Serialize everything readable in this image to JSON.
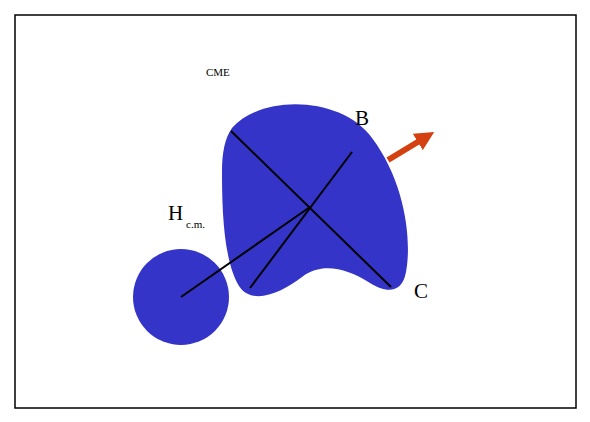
{
  "diagram": {
    "labels": [
      "CME",
      "B",
      "C",
      "H",
      "c.m."
    ]
  }
}
